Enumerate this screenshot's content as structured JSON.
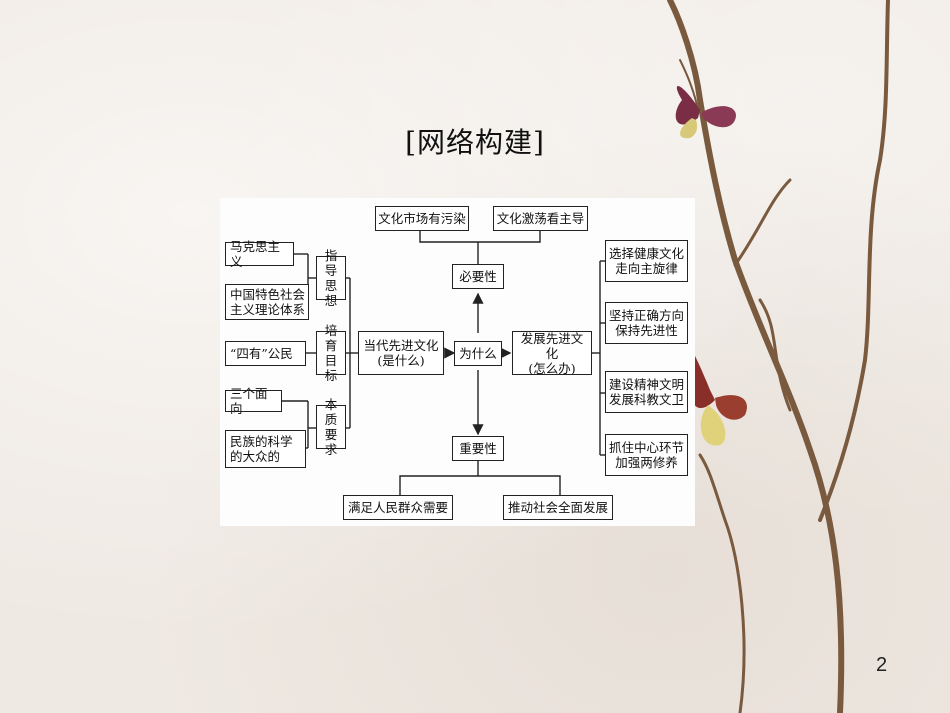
{
  "slide": {
    "title": "[网络构建]",
    "page_number": "2"
  },
  "diagram": {
    "top": {
      "left_box": "文化市场有污染",
      "right_box": "文化激荡看主导",
      "node": "必要性"
    },
    "center": {
      "left_node": "当代先进文化\n(是什么)",
      "center_node": "为什么",
      "right_node": "发展先进文化\n(怎么办)"
    },
    "left_branches": [
      {
        "label": "指导\n思想",
        "items": [
          "马克思主义",
          "中国特色社会\n主义理论体系"
        ]
      },
      {
        "label": "培育\n目标",
        "items": [
          "“四有”公民"
        ]
      },
      {
        "label": "本质\n要求",
        "items": [
          "三个面向",
          "民族的科学\n的大众的"
        ]
      }
    ],
    "right_items": [
      "选择健康文化\n走向主旋律",
      "坚持正确方向\n保持先进性",
      "建设精神文明\n发展科教文卫",
      "抓住中心环节\n加强两修养"
    ],
    "bottom": {
      "node": "重要性",
      "left_box": "满足人民群众需要",
      "right_box": "推动社会全面发展"
    }
  }
}
